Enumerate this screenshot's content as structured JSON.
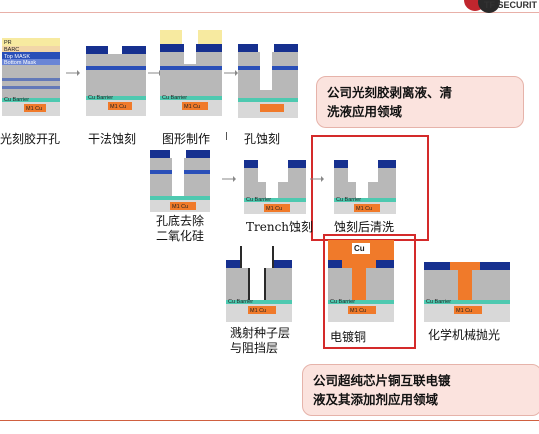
{
  "brand": "TF SECURIT",
  "layer_labels": {
    "pr": "PR",
    "barc": "BARC",
    "top_mask": "Top MASK",
    "bottom_mask": "Bottom Mask",
    "cu_barrier": "Cu Barrier",
    "m1_cu": "M1 Cu",
    "cu": "Cu"
  },
  "steps": {
    "s1": "光刻胶开孔",
    "s2": "干法蚀刻",
    "s3": "图形制作",
    "s4": "孔蚀刻",
    "s5_line1": "孔底去除",
    "s5_line2": "二氧化硅",
    "s6": "Trench蚀刻",
    "s7": "蚀刻后清洗",
    "s8_line1": "溅射种子层",
    "s8_line2": "与阻挡层",
    "s9": "电镀铜",
    "s10": "化学机械抛光"
  },
  "callouts": {
    "top_line1": "公司光刻胶剥离液、清",
    "top_line2": "洗液应用领域",
    "bottom_line1": "公司超纯芯片铜互联电镀",
    "bottom_line2": "液及其添加剂应用领域"
  },
  "colors": {
    "accent_red": "#d42a2a",
    "callout_bg": "#fbe3de",
    "navy": "#16308f",
    "teal": "#4ec9b0",
    "copper": "#f07a2a",
    "pr_yellow": "#f7eaa0"
  }
}
